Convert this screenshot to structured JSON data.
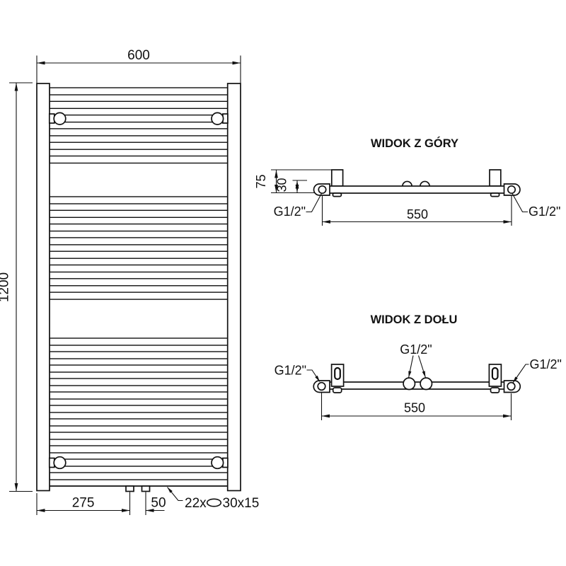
{
  "drawing": {
    "front_view": {
      "width_dim": "600",
      "height_dim": "1200",
      "bottom_offset_dim": "275",
      "bottom_spacing_dim": "50",
      "tube_count_label": "22x",
      "tube_size_label": "30x15"
    },
    "top_view": {
      "title": "WIDOK Z GÓRY",
      "depth_dim": "75",
      "offset_dim": "30",
      "connection_spacing_dim": "550",
      "left_port_label": "G1/2\"",
      "right_port_label": "G1/2\""
    },
    "bottom_view": {
      "title": "WIDOK Z DOŁU",
      "center_ports_label": "G1/2\"",
      "left_port_label": "G1/2\"",
      "right_port_label": "G1/2\"",
      "connection_spacing_dim": "550"
    }
  }
}
